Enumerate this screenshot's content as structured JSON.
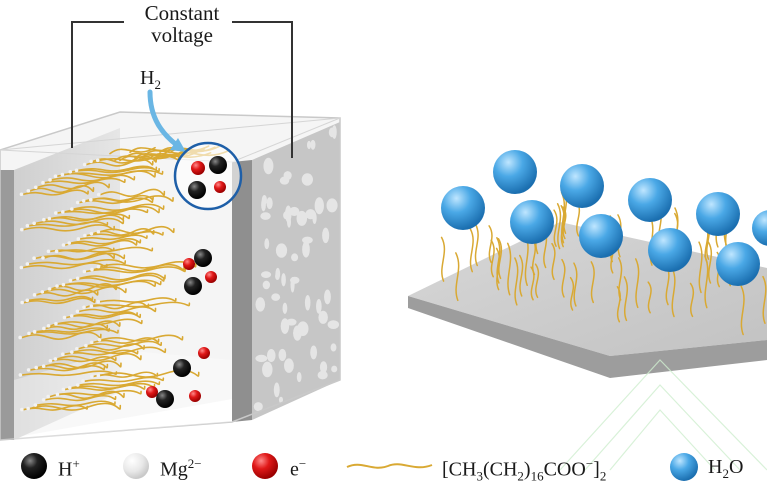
{
  "labels": {
    "power_title_line1": "Constant",
    "power_title_line2": "voltage",
    "h2_gas": "H",
    "h2_gas_sub": "2"
  },
  "legend": {
    "proton": {
      "base": "H",
      "sup": "+"
    },
    "magnesium": {
      "base": "Mg",
      "sup": "2−"
    },
    "electron": {
      "base": "e",
      "sup": "−"
    },
    "stearate": {
      "p1": "[CH",
      "s1": "3",
      "p2": "(CH",
      "s2": "2",
      "p3": ")",
      "s3": "16",
      "p4": "COO",
      "s4": "−",
      "p5": "]",
      "s5": "2"
    },
    "water": {
      "base": "H",
      "sub": "2",
      "tail": "O"
    }
  },
  "colors": {
    "proton": "#111111",
    "magnesium": "#e6e6e6",
    "electron": "#e01818",
    "chain": "#d9a933",
    "water": "#4aa8e6",
    "wire": "#333333",
    "arrow": "#6ab6e4",
    "electrode": "#bdbdbd"
  }
}
